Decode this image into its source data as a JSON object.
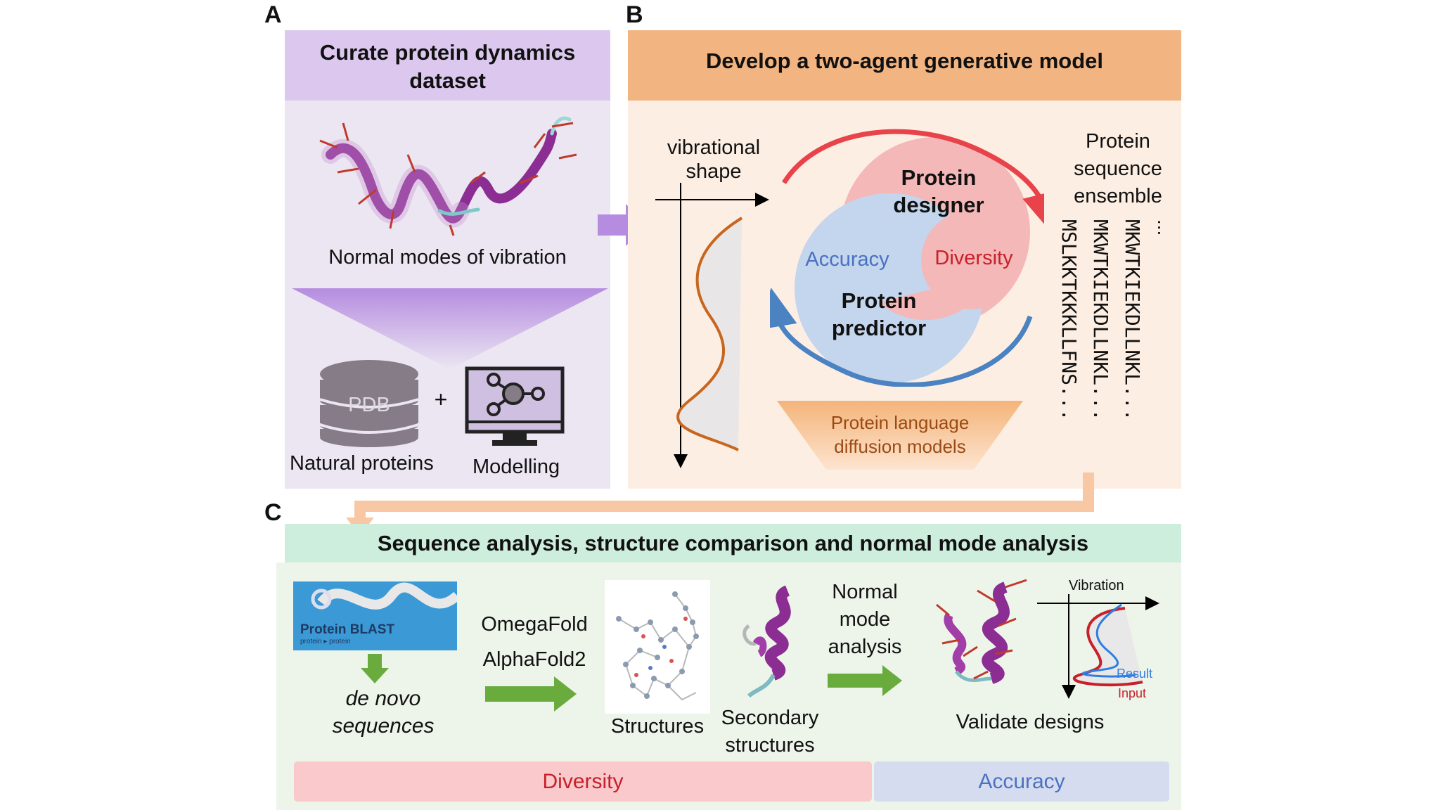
{
  "panels": {
    "a": {
      "letter": "A",
      "title": "Curate protein dynamics dataset",
      "modes_caption": "Normal modes of vibration",
      "db_label": "PDB",
      "plus": "+",
      "natural_caption": "Natural proteins",
      "modelling_caption": "Modelling"
    },
    "b": {
      "letter": "B",
      "title": "Develop a two-agent generative model",
      "vib_label_1": "vibrational",
      "vib_label_2": "shape",
      "designer_1": "Protein",
      "designer_2": "designer",
      "diversity": "Diversity",
      "accuracy": "Accuracy",
      "predictor_1": "Protein",
      "predictor_2": "predictor",
      "lang_1": "Protein language",
      "lang_2": "diffusion models",
      "ensemble_1": "Protein",
      "ensemble_2": "sequence",
      "ensemble_3": "ensemble",
      "sequences": [
        "MSLKKTKKKLLFNS...",
        "MKWTKIEKDLLNKL...",
        "MKWTKIEKDLLNKL..."
      ],
      "ellipsis": "..."
    },
    "c": {
      "letter": "C",
      "title": "Sequence analysis, structure comparison and normal mode analysis",
      "blast_label": "Protein BLAST",
      "blast_sub": "protein ▸ protein",
      "denovo_1": "de novo",
      "denovo_2": "sequences",
      "fold_1": "OmegaFold",
      "fold_2": "AlphaFold2",
      "structures": "Structures",
      "secondary_1": "Secondary",
      "secondary_2": "structures",
      "nma_1": "Normal",
      "nma_2": "mode",
      "nma_3": "analysis",
      "validate": "Validate designs",
      "vibration": "Vibration",
      "result": "Result",
      "input": "Input",
      "bar_diversity": "Diversity",
      "bar_accuracy": "Accuracy"
    }
  },
  "colors": {
    "purple_header": "#dcc8ee",
    "purple_panel": "#ebe6f2",
    "orange_header": "#f2b582",
    "orange_panel": "#fdeee3",
    "green_header": "#cdeedd",
    "green_panel": "#edf5ea",
    "diversity_red": "#c8202a",
    "accuracy_blue": "#4a72c0",
    "arrow_green": "#6aab3e"
  }
}
